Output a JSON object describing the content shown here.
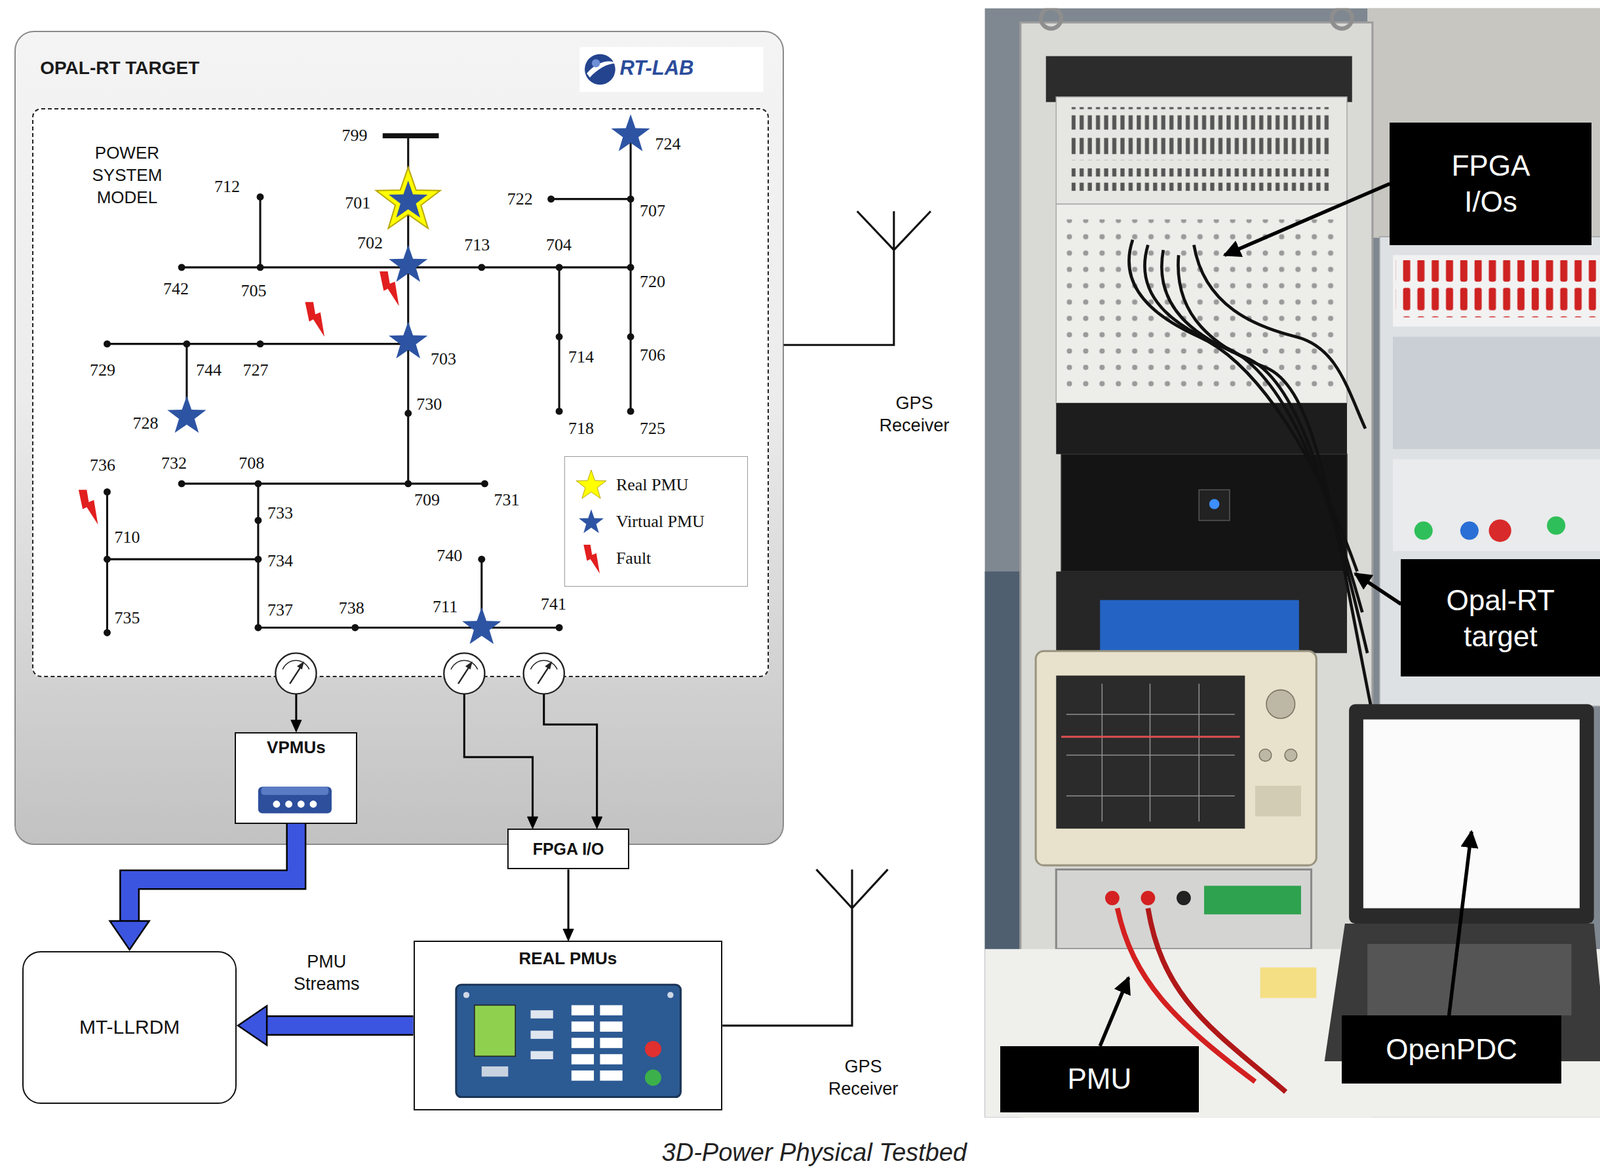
{
  "diagram": {
    "caption": "3D-Power Physical Testbed",
    "nodes": [
      {
        "text": [
          "OPAL-RT TARGET",
          "RT-LAB"
        ]
      },
      {
        "text": [
          "POWER SYSTEM MODEL"
        ],
        "in": 0
      },
      {
        "text": [
          "VPMUs"
        ],
        "in": 0
      },
      {
        "text": [
          "FPGA I/O"
        ]
      },
      {
        "text": [
          "REAL PMUs"
        ]
      },
      {
        "text": [
          "MT-LLRDM"
        ]
      },
      {
        "text": [
          "FPGA I/Os"
        ]
      },
      {
        "text": [
          "Opal-RT target"
        ]
      },
      {
        "text": [
          "PMU"
        ]
      },
      {
        "text": [
          "OpenPDC"
        ]
      }
    ],
    "edges": [
      {
        "from": 1,
        "to": 2,
        "arrow": "to"
      },
      {
        "from": 1,
        "to": 3,
        "arrow": "to"
      },
      {
        "from": 1,
        "to": 3,
        "arrow": "to"
      },
      {
        "from": 2,
        "to": 5,
        "arrow": "to"
      },
      {
        "from": 3,
        "to": 4,
        "arrow": "to"
      },
      {
        "from": 4,
        "to": 5,
        "label": "PMU Streams",
        "arrow": "to"
      }
    ],
    "labels": [
      "799",
      "724",
      "712",
      "701",
      "722",
      "707",
      "713",
      "704",
      "702",
      "742",
      "705",
      "720",
      "729",
      "744",
      "727",
      "703",
      "714",
      "706",
      "730",
      "728",
      "718",
      "725",
      "736",
      "732",
      "708",
      "709",
      "731",
      "733",
      "710",
      "734",
      "740",
      "741",
      "737",
      "738",
      "711",
      "735",
      "GPS Receiver",
      "GPS Receiver"
    ],
    "legend": [
      {
        "text": "Real PMU"
      },
      {
        "text": "Virtual PMU"
      },
      {
        "text": "Fault"
      }
    ]
  }
}
